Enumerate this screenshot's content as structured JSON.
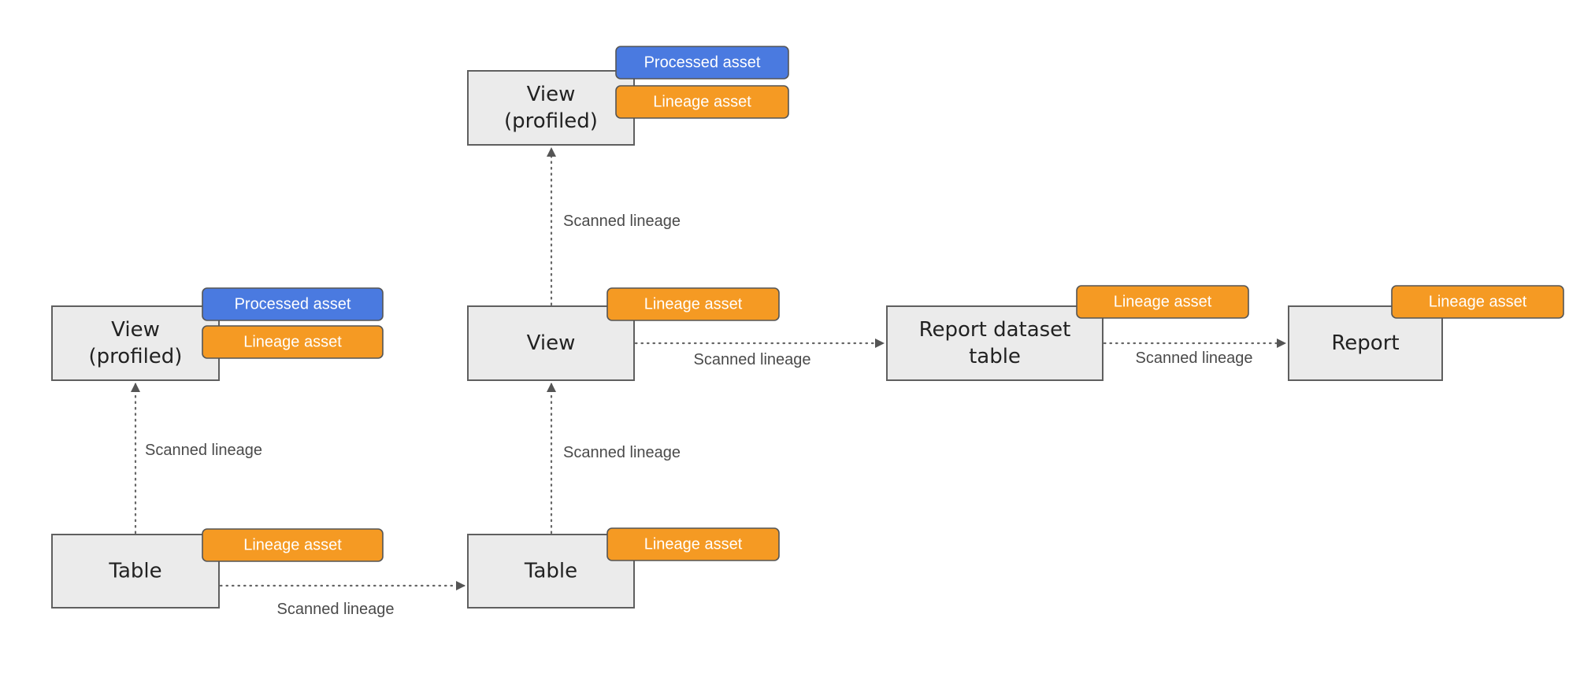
{
  "colors": {
    "processed": "#4a7ae0",
    "lineage": "#f59a23",
    "arrow": "#555555"
  },
  "nodes": [
    {
      "id": "view-profiled-left",
      "lines": [
        "View",
        "(profiled)"
      ],
      "badges": [
        "processed",
        "lineage"
      ]
    },
    {
      "id": "table-left",
      "lines": [
        "Table"
      ],
      "badges": [
        "lineage"
      ]
    },
    {
      "id": "view-profiled-top",
      "lines": [
        "View",
        "(profiled)"
      ],
      "badges": [
        "processed",
        "lineage"
      ]
    },
    {
      "id": "view-center",
      "lines": [
        "View"
      ],
      "badges": [
        "lineage"
      ]
    },
    {
      "id": "table-center",
      "lines": [
        "Table"
      ],
      "badges": [
        "lineage"
      ]
    },
    {
      "id": "report-dataset-table",
      "lines": [
        "Report dataset",
        "table"
      ],
      "badges": [
        "lineage"
      ]
    },
    {
      "id": "report",
      "lines": [
        "Report"
      ],
      "badges": [
        "lineage"
      ]
    }
  ],
  "badge_labels": {
    "processed": "Processed asset",
    "lineage": "Lineage asset"
  },
  "edges": [
    {
      "id": "edge-table-left-to-view-profiled-left",
      "from": "table-left",
      "to": "view-profiled-left",
      "label": "Scanned lineage"
    },
    {
      "id": "edge-table-left-to-table-center",
      "from": "table-left",
      "to": "table-center",
      "label": "Scanned lineage"
    },
    {
      "id": "edge-table-center-to-view-center",
      "from": "table-center",
      "to": "view-center",
      "label": "Scanned lineage"
    },
    {
      "id": "edge-view-center-to-view-profiled-top",
      "from": "view-center",
      "to": "view-profiled-top",
      "label": "Scanned lineage"
    },
    {
      "id": "edge-view-center-to-report-dataset-table",
      "from": "view-center",
      "to": "report-dataset-table",
      "label": "Scanned lineage"
    },
    {
      "id": "edge-report-dataset-table-to-report",
      "from": "report-dataset-table",
      "to": "report",
      "label": "Scanned lineage"
    }
  ]
}
